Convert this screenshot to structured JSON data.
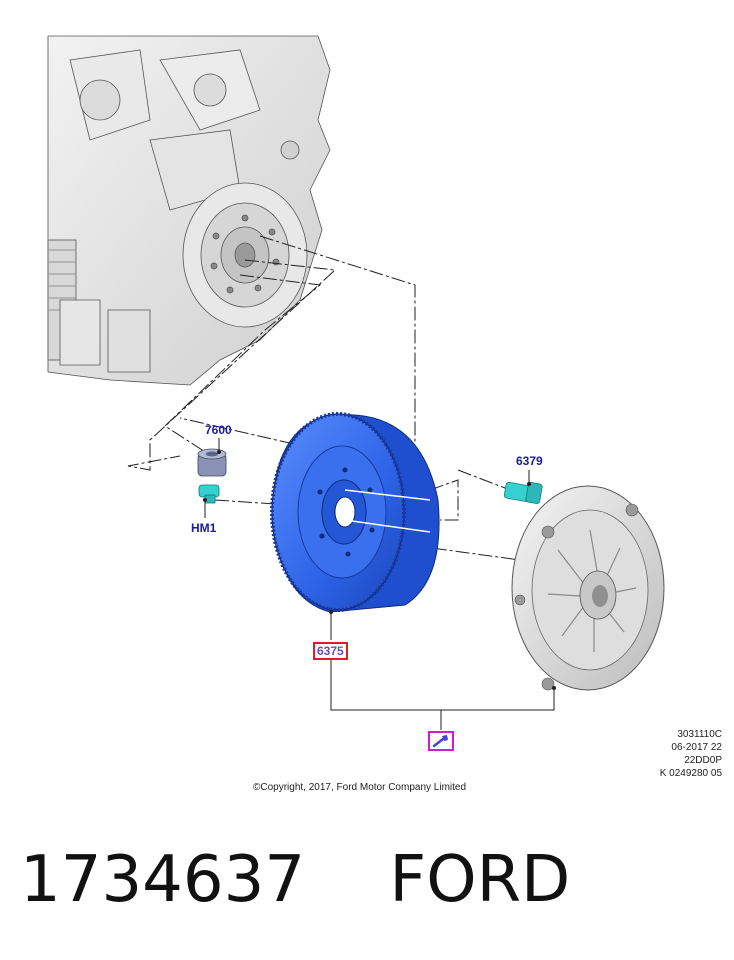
{
  "callouts": {
    "mount_sleeve": "7600",
    "bolt_upper": "6379",
    "bolt_lower": "HM1",
    "flywheel": "6375"
  },
  "ref_icon": "wrench-reference-icon",
  "drawing_meta": [
    "3031110C",
    "06-2017 22",
    "22DD0P",
    "K 0249280 05"
  ],
  "copyright": "©Copyright, 2017, Ford Motor Company Limited",
  "part_number": "1734637",
  "brand": "FORD",
  "colors": {
    "flywheel_blue": "#2d63e6",
    "fastener_cyan": "#35d0d0",
    "callout_text": "#1a1aa6",
    "highlight_red": "#d8202a",
    "ref_magenta": "#d11ad1"
  }
}
